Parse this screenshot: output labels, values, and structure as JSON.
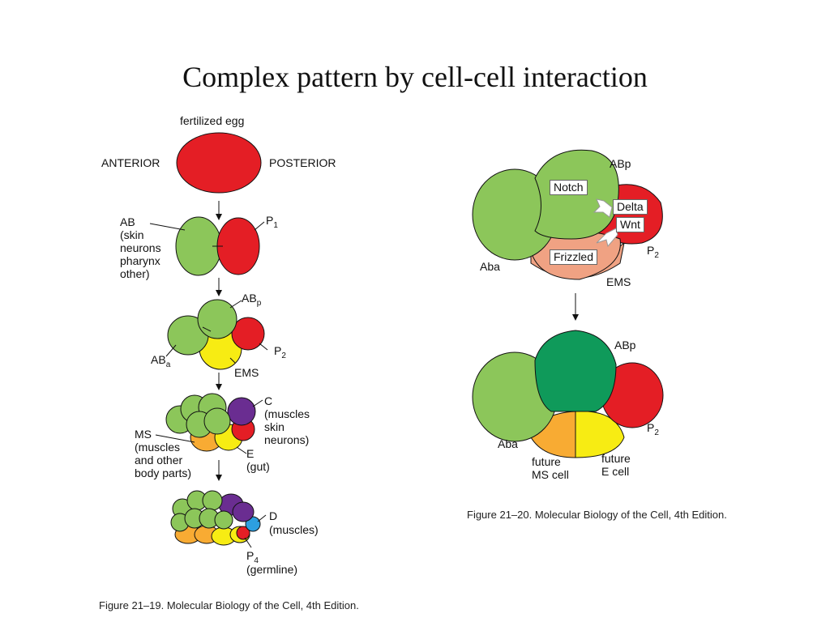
{
  "title": "Complex pattern by cell-cell interaction",
  "colors": {
    "green": "#8cc65a",
    "red": "#e41e25",
    "yellow": "#f7ec13",
    "orange": "#f8ab33",
    "purple": "#6a2d91",
    "blue": "#2d9fe0",
    "darkgreen": "#0f9a5a",
    "salmon": "#f0a283"
  },
  "left": {
    "stage0": {
      "top": "fertilized egg",
      "anterior": "ANTERIOR",
      "posterior": "POSTERIOR"
    },
    "stage1": {
      "ab": "AB",
      "ab_lines": [
        "(skin",
        "neurons",
        "pharynx",
        "other)"
      ],
      "p1": "P",
      "p1_sub": "1"
    },
    "stage2": {
      "abp": "AB",
      "abp_sub": "p",
      "aba": "AB",
      "aba_sub": "a",
      "p2": "P",
      "p2_sub": "2",
      "ems": "EMS"
    },
    "stage3": {
      "c": "C",
      "c_lines": [
        "(muscles",
        "skin",
        "neurons)"
      ],
      "ms": "MS",
      "ms_lines": [
        "(muscles",
        "and other",
        "body parts)"
      ],
      "e": "E",
      "e_detail": "(gut)"
    },
    "stage4": {
      "d": "D",
      "d_detail": "(muscles)",
      "p4": "P",
      "p4_sub": "4",
      "p4_detail": "(germline)"
    },
    "caption": "Figure 21–19. Molecular Biology of the Cell, 4th Edition."
  },
  "right": {
    "top": {
      "abp": "ABp",
      "aba": "Aba",
      "p2": "P",
      "p2_sub": "2",
      "ems": "EMS",
      "notch": "Notch",
      "delta": "Delta",
      "wnt": "Wnt",
      "frizzled": "Frizzled"
    },
    "bottom": {
      "abp": "ABp",
      "aba": "Aba",
      "p2": "P",
      "p2_sub": "2",
      "ms_line1": "future",
      "ms_line2": "MS cell",
      "e_line1": "future",
      "e_line2": "E cell"
    },
    "caption": "Figure 21–20. Molecular Biology of the Cell, 4th Edition."
  }
}
